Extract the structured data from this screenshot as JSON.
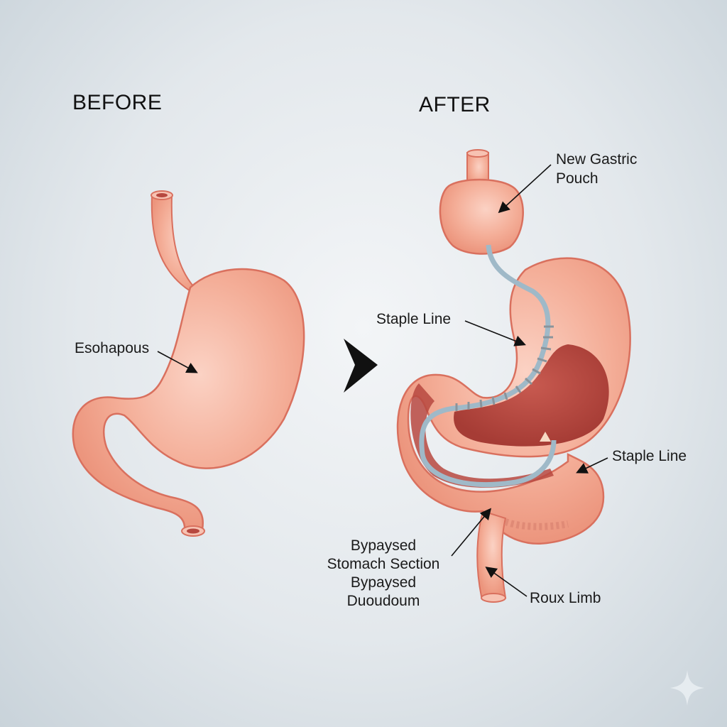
{
  "before": {
    "heading": "BEFORE",
    "labels": {
      "esophagus": "Esohapous"
    }
  },
  "after": {
    "heading": "AFTER",
    "labels": {
      "pouch_line1": "New Gastric",
      "pouch_line2": "Pouch",
      "staple_line_1": "Staple Line",
      "staple_line_2": "Staple Line",
      "bypassed_1": "Bypaysed",
      "bypassed_2": "Stomach Section",
      "bypassed_3": "Bypaysed",
      "bypassed_4": "Duoudoum",
      "roux_limb": "Roux Limb"
    }
  },
  "transition_arrow": "chevron-right",
  "colors": {
    "tissue": "#f2a993",
    "tissue_light": "#f7c2b2",
    "tissue_outline": "#d9705e",
    "inner_cavity": "#b7483f",
    "staple_tube": "#9fb9c8",
    "staples": "#9aa3aa",
    "text": "#1a1a1a"
  },
  "watermark": "sparkle-icon"
}
